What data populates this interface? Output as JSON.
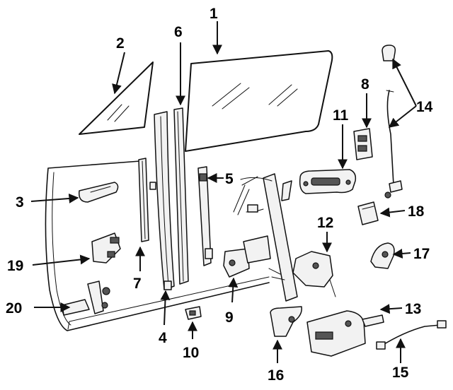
{
  "callouts": {
    "c1": "1",
    "c2": "2",
    "c3": "3",
    "c4": "4",
    "c5": "5",
    "c6": "6",
    "c7": "7",
    "c8": "8",
    "c9": "9",
    "c10": "10",
    "c11": "11",
    "c12": "12",
    "c13": "13",
    "c14": "14",
    "c15": "15",
    "c16": "16",
    "c17": "17",
    "c18": "18",
    "c19": "19",
    "c20": "20"
  },
  "colors": {
    "ink": "#111111",
    "background": "#ffffff"
  }
}
